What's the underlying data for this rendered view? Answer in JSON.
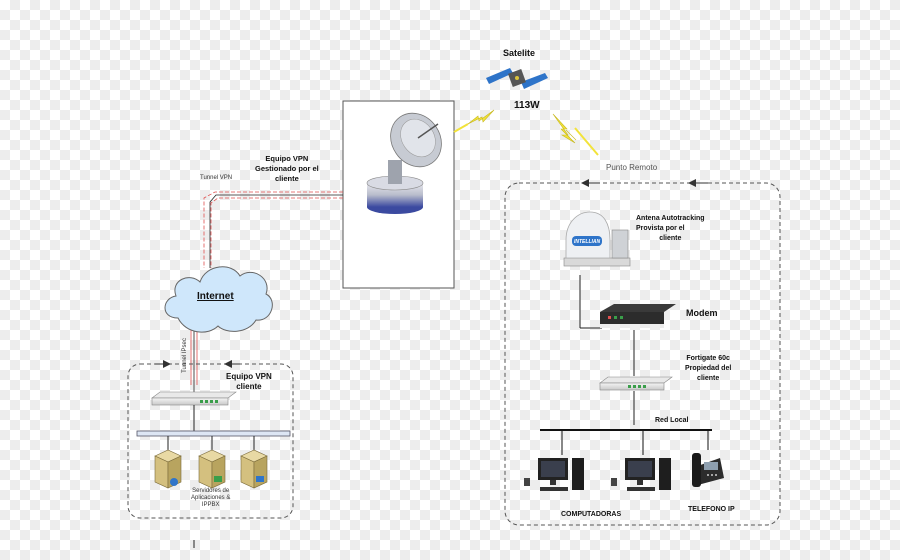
{
  "labels": {
    "satellite": "Satelite",
    "satellite_id": "113W",
    "remote_point": "Punto Remoto",
    "vpn_managed": [
      "Equipo VPN",
      "Gestionado por el",
      "cliente"
    ],
    "tunnel_top": "Tunnel VPN",
    "internet": "Internet",
    "tunnel_left": "Tunnel IPsec",
    "vpn_client": [
      "Equipo VPN",
      "cliente"
    ],
    "servers": [
      "Servidores de",
      "Aplicaciones &",
      "IPPBX"
    ],
    "antenna": [
      "Antena Autotracking",
      "Provista por el",
      "cliente"
    ],
    "antenna_brand": "INTELLIAN",
    "modem": "Modem",
    "fortigate": [
      "Fortigate 60c",
      "Propiedad del",
      "cliente"
    ],
    "red_local": "Red Local",
    "computers": "COMPUTADORAS",
    "ip_phone": "TELEFONO IP"
  },
  "colors": {
    "link_red": "#e05050",
    "zone_border": "#555555",
    "lightning": "#f2e33a",
    "storage_blue": "#3b4aa0"
  },
  "icons": [
    "satellite-icon",
    "dish-antenna-icon",
    "cloud-icon",
    "router-icon",
    "server-icon",
    "radome-antenna-icon",
    "modem-icon",
    "firewall-icon",
    "computer-icon",
    "ip-phone-icon",
    "lightning-icon"
  ]
}
